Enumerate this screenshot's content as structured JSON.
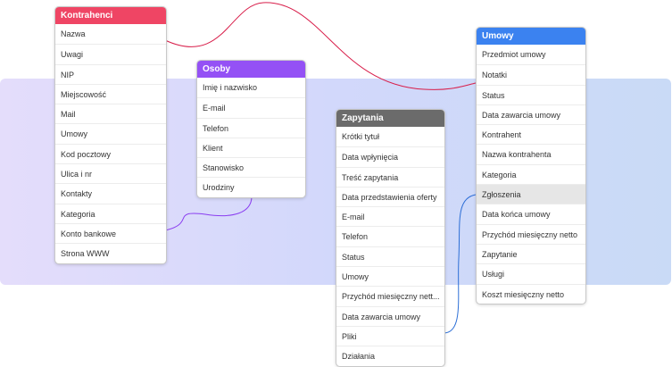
{
  "tables": {
    "kontrahenci": {
      "title": "Kontrahenci",
      "color": "#ef4564",
      "fields": [
        "Nazwa",
        "Uwagi",
        "NIP",
        "Miejscowość",
        "Mail",
        "Umowy",
        "Kod pocztowy",
        "Ulica i nr",
        "Kontakty",
        "Kategoria",
        "Konto bankowe",
        "Strona WWW"
      ]
    },
    "osoby": {
      "title": "Osoby",
      "color": "#9451f5",
      "fields": [
        "Imię i nazwisko",
        "E-mail",
        "Telefon",
        "Klient",
        "Stanowisko",
        "Urodziny"
      ]
    },
    "zapytania": {
      "title": "Zapytania",
      "color": "#6b6b6b",
      "fields": [
        "Krótki tytuł",
        "Data wpłynięcia",
        "Treść zapytania",
        "Data przedstawienia oferty",
        "E-mail",
        "Telefon",
        "Status",
        "Umowy",
        "Przychód miesięczny nett...",
        "Data zawarcia umowy",
        "Pliki",
        "Działania"
      ]
    },
    "umowy": {
      "title": "Umowy",
      "color": "#3b82f0",
      "fields": [
        "Przedmiot umowy",
        "Notatki",
        "Status",
        "Data zawarcia umowy",
        "Kontrahent",
        "Nazwa kontrahenta",
        "Kategoria",
        "Zgłoszenia",
        "Data końca umowy",
        "Przychód miesięczny netto",
        "Zapytanie",
        "Usługi",
        "Koszt miesięczny netto"
      ]
    }
  },
  "highlighted": {
    "table": "umowy",
    "field": "Zgłoszenia"
  },
  "links": [
    {
      "from": "kontrahenci.Nazwa",
      "to": "umowy.Status",
      "color": "#d81e4a"
    },
    {
      "from": "kontrahenci.Konto bankowe",
      "to": "osoby.Urodziny",
      "color": "#8a3df0"
    },
    {
      "from": "zapytania.Pliki",
      "to": "umowy.Zgłoszenia",
      "color": "#2d6fd6"
    }
  ]
}
